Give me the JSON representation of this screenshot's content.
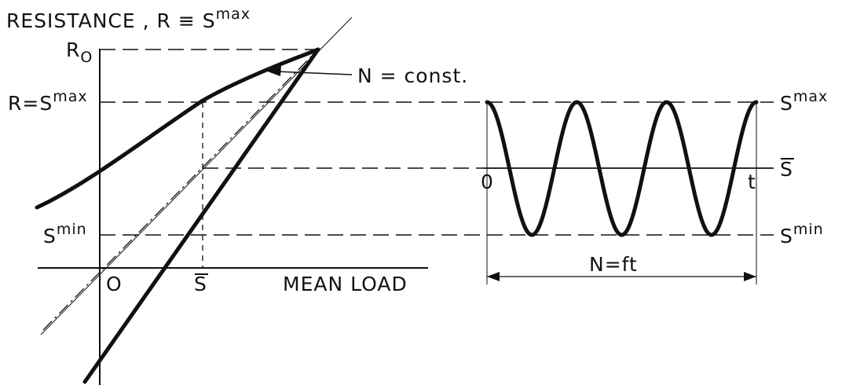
{
  "left_diagram": {
    "y_axis_title": "RESISTANCE , R ≡ S",
    "y_axis_title_sup": "max",
    "label_r0": "R",
    "label_r0_sub": "O",
    "label_r_smax": "R=S",
    "label_r_smax_sup": "max",
    "label_smin": "S",
    "label_smin_sup": "min",
    "origin_label": "O",
    "sbar_label": "S",
    "x_axis_title": "MEAN LOAD",
    "curve_label": "N = const."
  },
  "right_diagram": {
    "smax_label": "S",
    "smax_sup": "max",
    "sbar_label": "S",
    "smin_label": "S",
    "smin_sup": "min",
    "start_label": "0",
    "end_label": "t",
    "cycles_label": "N=ft",
    "cycles_shown": 3
  },
  "colors": {
    "ink": "#111111",
    "background": "#ffffff"
  }
}
